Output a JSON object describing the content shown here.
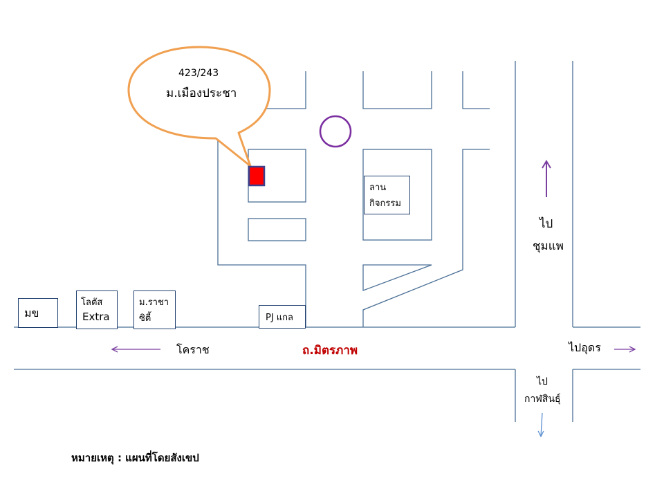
{
  "bubble": {
    "address": "423/243",
    "village": "ม.เมืองประชา"
  },
  "landmarks": {
    "activity_yard_line1": "ลาน",
    "activity_yard_line2": "กิจกรรม",
    "mokho": "มข",
    "lotus_line1": "โลตัส",
    "lotus_line2": "Extra",
    "racha_city_line1": "ม.ราชา",
    "racha_city_line2": "ซิตี้",
    "pj": "PJ แกล"
  },
  "roads": {
    "main_road": "ถ.มิตรภาพ",
    "to_korat": "โคราช",
    "to_udon": "ไปอุดร",
    "to_chumphae_line1": "ไป",
    "to_chumphae_line2": "ชุมแพ",
    "to_kalasin_line1": "ไป",
    "to_kalasin_line2": "กาฬสินธุ์"
  },
  "note": "หมายเหตุ : แผนที่โดยสังเขป",
  "colors": {
    "road": "#4a6f96",
    "bubble": "#f0a050",
    "circle": "#7b2fa0",
    "marker": "#ff0000",
    "marker_border": "#3b3f8c",
    "main_road_text": "#c00000",
    "arrow_purple": "#7b3fa0",
    "arrow_blue": "#5b8fd0"
  }
}
